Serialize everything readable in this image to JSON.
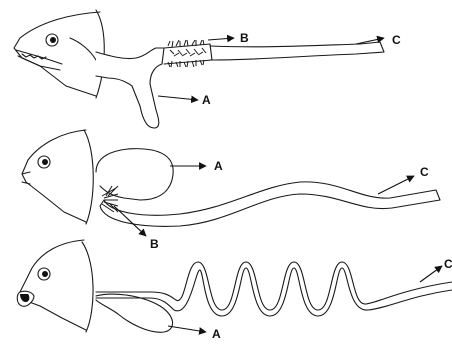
{
  "figure": {
    "panels": [
      {
        "labels": {
          "a": "A",
          "b": "B",
          "c": "C"
        }
      },
      {
        "labels": {
          "a": "A",
          "b": "B",
          "c": "C"
        }
      },
      {
        "labels": {
          "a": "A",
          "c": "C"
        }
      }
    ]
  }
}
